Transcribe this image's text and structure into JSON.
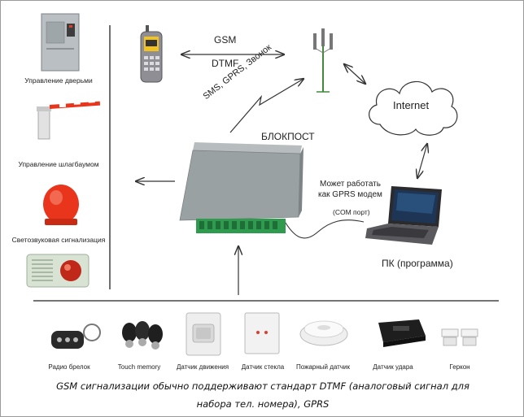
{
  "left_column": {
    "items": [
      {
        "label": "Управление дверьми",
        "icon": "door-controller-icon"
      },
      {
        "label": "Управление шлагбаумом",
        "icon": "barrier-gate-icon"
      },
      {
        "label": "Светозвуковая сигнализация",
        "icon": "siren-light-icon"
      },
      {
        "label": "",
        "icon": "speaker-siren-icon"
      }
    ]
  },
  "links": {
    "gsm_label": "GSM",
    "dtmf_label": "DTMF",
    "sms_label": "SMS, GPRS, Звонок",
    "internet_label": "Internet"
  },
  "center": {
    "title": "БЛОКПОСТ"
  },
  "pc": {
    "note_line1": "Может работать",
    "note_line2": "как GPRS модем",
    "com_port": "(COM порт)",
    "label": "ПК (программа)"
  },
  "sensors": [
    {
      "label": "Радио брелок",
      "icon": "radio-keyfob-icon"
    },
    {
      "label": "Touch memory",
      "icon": "touch-memory-key-icon"
    },
    {
      "label": "Датчик движения",
      "icon": "motion-sensor-icon"
    },
    {
      "label": "Датчик стекла",
      "icon": "glass-break-sensor-icon"
    },
    {
      "label": "Пожарный датчик",
      "icon": "smoke-detector-icon"
    },
    {
      "label": "Датчик удара",
      "icon": "shock-sensor-icon"
    },
    {
      "label": "Геркон",
      "icon": "reed-switch-icon"
    }
  ],
  "caption": {
    "line1": "GSM сигнализации обычно поддерживают стандарт DTMF (аналоговый сигнал для",
    "line2": "набора тел. номера), GPRS"
  },
  "colors": {
    "device_body": "#9aa1a3",
    "terminal_green": "#2e9b4e",
    "siren_red": "#e8351b",
    "line": "#333333"
  }
}
